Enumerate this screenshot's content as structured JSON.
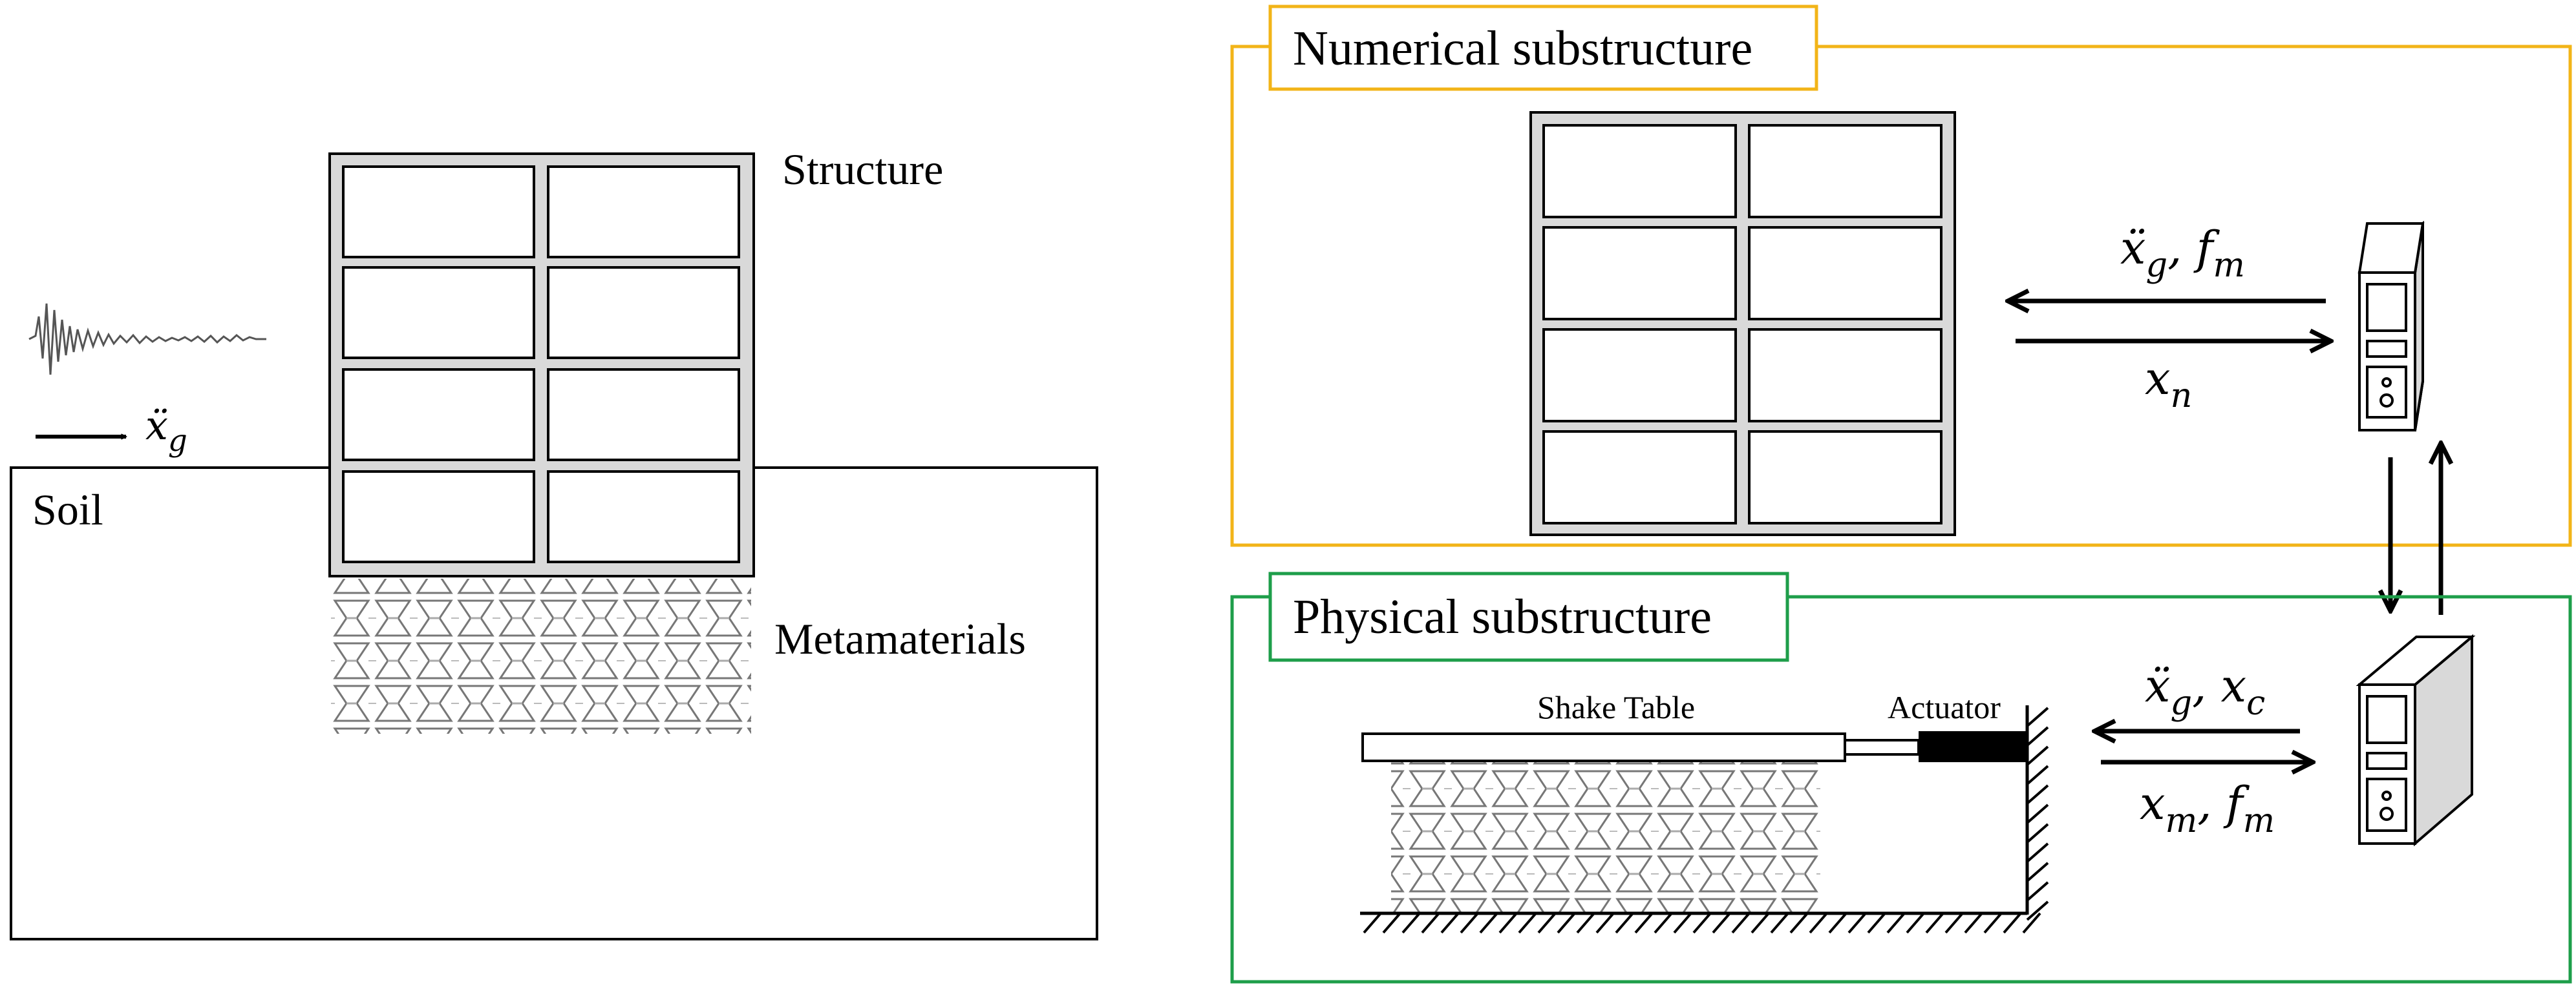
{
  "left_panel": {
    "structure_label": "Structure",
    "soil_label": "Soil",
    "metamaterials_label": "Metamaterials",
    "input_signal_label": {
      "base": "ẍ",
      "sub": "g"
    }
  },
  "numerical": {
    "title": "Numerical substructure",
    "arrow_to_structure_label": {
      "parts": [
        {
          "base": "ẍ",
          "sub": "g"
        },
        {
          "base": ", f",
          "sub": "m"
        }
      ]
    },
    "arrow_to_computer_label": {
      "parts": [
        {
          "base": "x",
          "sub": "n"
        }
      ]
    }
  },
  "physical": {
    "title": "Physical substructure",
    "shake_table_label": "Shake Table",
    "actuator_label": "Actuator",
    "arrow_to_actuator_label": {
      "parts": [
        {
          "base": "ẍ",
          "sub": "g"
        },
        {
          "base": ", x",
          "sub": "c"
        }
      ]
    },
    "arrow_to_computer_label": {
      "parts": [
        {
          "base": "x",
          "sub": "m"
        },
        {
          "base": ", f",
          "sub": "m"
        }
      ]
    }
  },
  "colors": {
    "numerical_border": "#F2B418",
    "physical_border": "#1E9E4A",
    "frame_fill": "#D9D9D9",
    "line": "#000000",
    "metamaterial": "#777777"
  }
}
